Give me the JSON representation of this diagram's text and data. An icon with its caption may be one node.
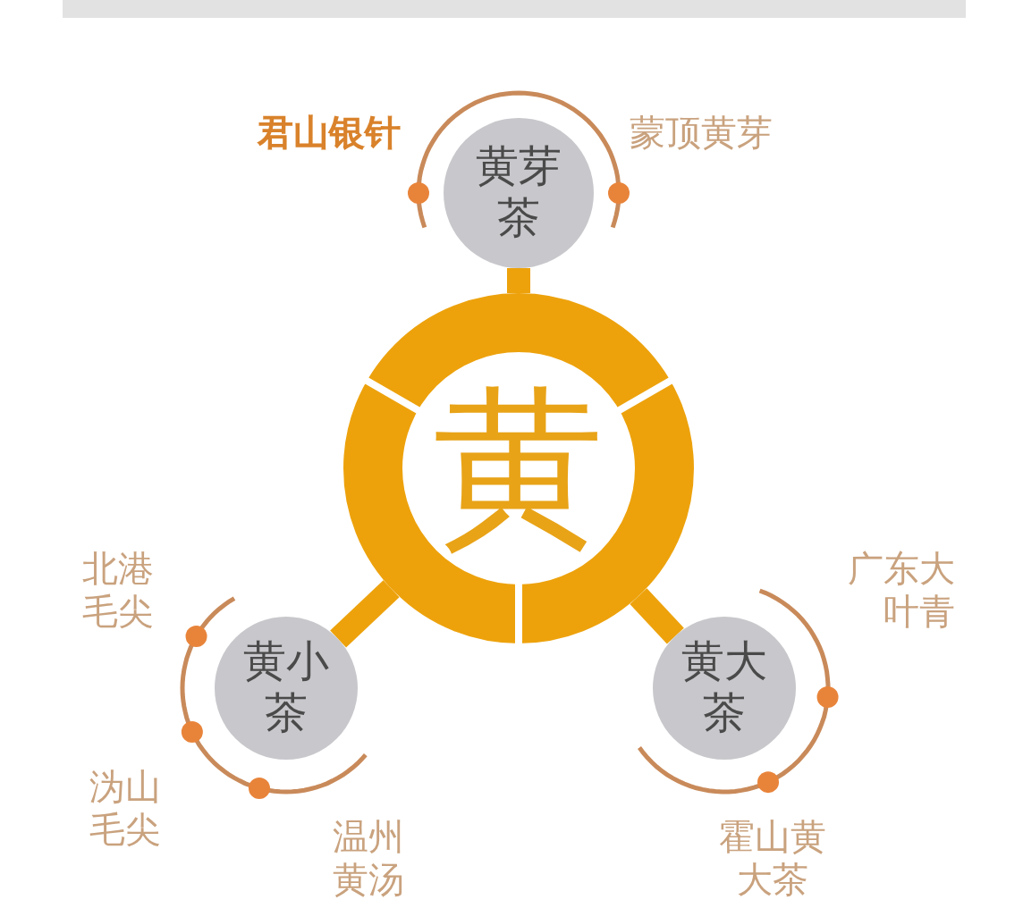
{
  "diagram": {
    "nodes": [
      {
        "text": [
          "黄"
        ]
      },
      {
        "text": [
          "黄芽茶"
        ],
        "beside": [
          "君山银针",
          "蒙顶黄芽"
        ]
      },
      {
        "text": [
          "黄小茶"
        ],
        "beside": [
          "北港毛尖",
          "沩山毛尖",
          "温州黄汤"
        ]
      },
      {
        "text": [
          "黄大茶"
        ],
        "beside": [
          "广东大叶青",
          "霍山黄大茶"
        ]
      }
    ],
    "edges": [
      {
        "from": 0,
        "to": 1,
        "arrow": "none"
      },
      {
        "from": 0,
        "to": 2,
        "arrow": "none"
      },
      {
        "from": 0,
        "to": 3,
        "arrow": "none"
      }
    ]
  }
}
